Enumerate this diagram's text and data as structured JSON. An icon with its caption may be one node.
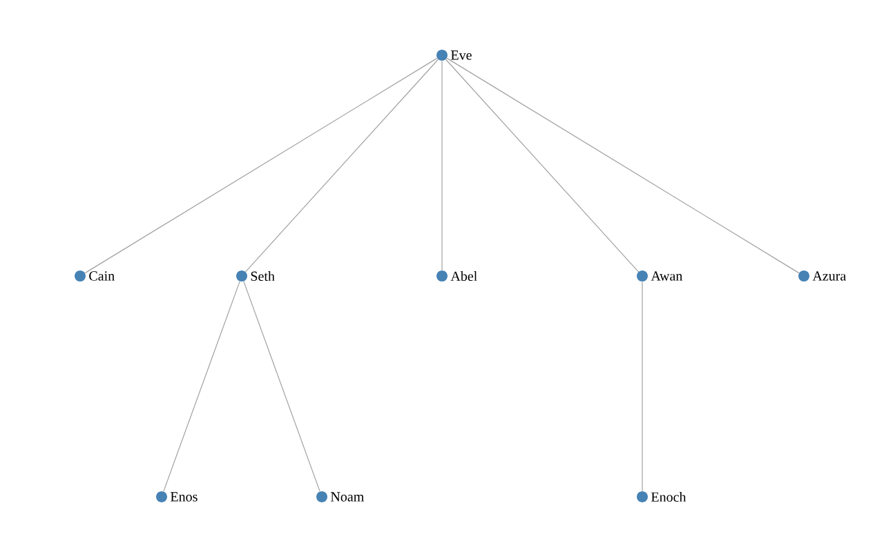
{
  "diagram": {
    "nodes": [
      {
        "text": [],
        "shape": "circle",
        "beside": [
          "Eve"
        ]
      },
      {
        "text": [],
        "shape": "circle",
        "beside": [
          "Cain"
        ]
      },
      {
        "text": [],
        "shape": "circle",
        "beside": [
          "Seth"
        ]
      },
      {
        "text": [],
        "shape": "circle",
        "beside": [
          "Abel"
        ]
      },
      {
        "text": [],
        "shape": "circle",
        "beside": [
          "Awan"
        ]
      },
      {
        "text": [],
        "shape": "circle",
        "beside": [
          "Azura"
        ]
      },
      {
        "text": [],
        "shape": "circle",
        "beside": [
          "Enos"
        ]
      },
      {
        "text": [],
        "shape": "circle",
        "beside": [
          "Noam"
        ]
      },
      {
        "text": [],
        "shape": "circle",
        "beside": [
          "Enoch"
        ]
      }
    ],
    "edges": [
      {
        "from": 0,
        "to": 1,
        "arrow": "none"
      },
      {
        "from": 0,
        "to": 2,
        "arrow": "none"
      },
      {
        "from": 0,
        "to": 3,
        "arrow": "none"
      },
      {
        "from": 0,
        "to": 4,
        "arrow": "none"
      },
      {
        "from": 0,
        "to": 5,
        "arrow": "none"
      },
      {
        "from": 2,
        "to": 6,
        "arrow": "none"
      },
      {
        "from": 2,
        "to": 7,
        "arrow": "none"
      },
      {
        "from": 4,
        "to": 8,
        "arrow": "none"
      }
    ]
  }
}
